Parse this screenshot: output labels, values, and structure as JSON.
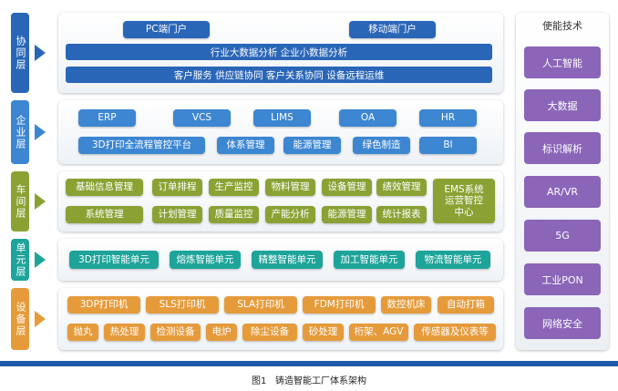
{
  "enabling_tech": {
    "title": "使能技术",
    "items": [
      "人工智能",
      "大数据",
      "标识解析",
      "AR/VR",
      "5G",
      "工业PON",
      "网络安全"
    ]
  },
  "layers": {
    "collab": {
      "label": "协同层",
      "portals": [
        "PC端门户",
        "移动端门户"
      ],
      "bars": [
        "行业大数据分析  企业小数据分析",
        "客户服务  供应链协同  客户关系协同  设备远程运维"
      ]
    },
    "enterprise": {
      "label": "企业层",
      "row1": [
        "ERP",
        "VCS",
        "LIMS",
        "OA",
        "HR"
      ],
      "row2": [
        "3D打印全流程管控平台",
        "体系管理",
        "能源管理",
        "绿色制造",
        "BI"
      ]
    },
    "workshop": {
      "label": "车间层",
      "row1": [
        "基础信息管理",
        "订单排程",
        "生产监控",
        "物料管理",
        "设备管理",
        "绩效管理"
      ],
      "row2": [
        "系统管理",
        "计划管理",
        "质量监控",
        "产能分析",
        "能源管理",
        "统计报表"
      ],
      "ems": "EMS系统\n运营智控\n中心"
    },
    "unit": {
      "label": "单元层",
      "items": [
        "3D打印智能单元",
        "熔炼智能单元",
        "精整智能单元",
        "加工智能单元",
        "物流智能单元"
      ]
    },
    "equipment": {
      "label": "设备层",
      "row1": [
        "3DP打印机",
        "SLS打印机",
        "SLA打印机",
        "FDM打印机",
        "数控机床",
        "自动打箱"
      ],
      "row2": [
        "抛丸",
        "热处理",
        "检测设备",
        "电炉",
        "除尘设备",
        "砂处理",
        "桁架、AGV",
        "传感器及仪表等"
      ]
    }
  },
  "caption": "图1   铸造智能工厂体系架构",
  "colors": {
    "collab": "#2a66b8",
    "enterprise": "#3c86d2",
    "workshop": "#8aa234",
    "unit": "#1ea49a",
    "equipment": "#e69b3b",
    "tech": "#8a65b8",
    "footer_bar": "#1f5aa8"
  }
}
